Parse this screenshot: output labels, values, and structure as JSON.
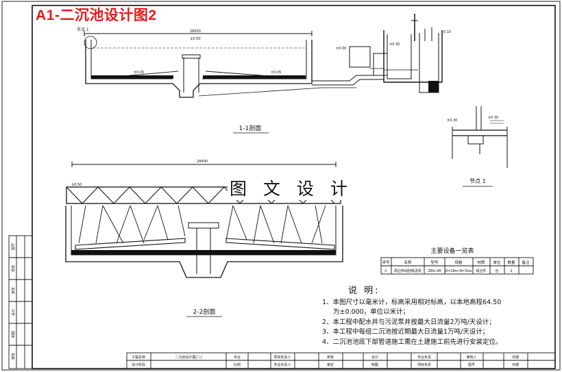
{
  "badge": "A1-二沉池设计图2",
  "watermark": "图 文 设 计",
  "section_1_1": {
    "caption": "1-1剖面",
    "node_tag": "节点 1",
    "dim_width": "28000",
    "elevations": [
      "±0.00",
      "±0.05",
      "±0.05",
      "±0.00",
      "±0.30",
      "-0.10"
    ]
  },
  "section_2_2": {
    "caption": "2-2剖面",
    "dim_width": "28400",
    "elevation": "±0.50"
  },
  "node_1": {
    "caption": "节点 1",
    "elevations": [
      "±0.30",
      "±0.30"
    ]
  },
  "equipment_table": {
    "title": "主要设备一览表",
    "headers": [
      "序号",
      "名称",
      "型号",
      "规格",
      "材质",
      "单位",
      "数量",
      "备注"
    ],
    "rows": [
      [
        "①",
        "周边传动刮吸泥机",
        "ZBG-48",
        "D=28m,N=3kw",
        "组合件",
        "台",
        "2",
        ""
      ]
    ]
  },
  "notes": {
    "title": "说 明:",
    "items": [
      "1、本图尺寸以毫米计，标高采用相对标高，以本地高程64.50",
      "为±0.000，单位以米计；",
      "2、本工程中配水井与污泥泵井按最大日流量2万吨/天设计；",
      "3、本工程中每组二沉池按近期最大日流量1万吨/天设计；",
      "4、二沉池池底下部管道施工需在土建施工前先进行安装定位。"
    ]
  },
  "side_strip": [
    "图号",
    "校核",
    "审定",
    "设计",
    "制图",
    "审核"
  ],
  "title_block": {
    "row1": [
      "工程名称",
      "二沉池设计图(二)",
      "专业",
      "项目负责人",
      "校核",
      "设计",
      "专业负责",
      "审核人",
      "日期"
    ],
    "row2": [
      "设计阶段",
      "比例",
      "专业负责人",
      "审定",
      "制图",
      "项目负责",
      "图号",
      "日期"
    ]
  }
}
